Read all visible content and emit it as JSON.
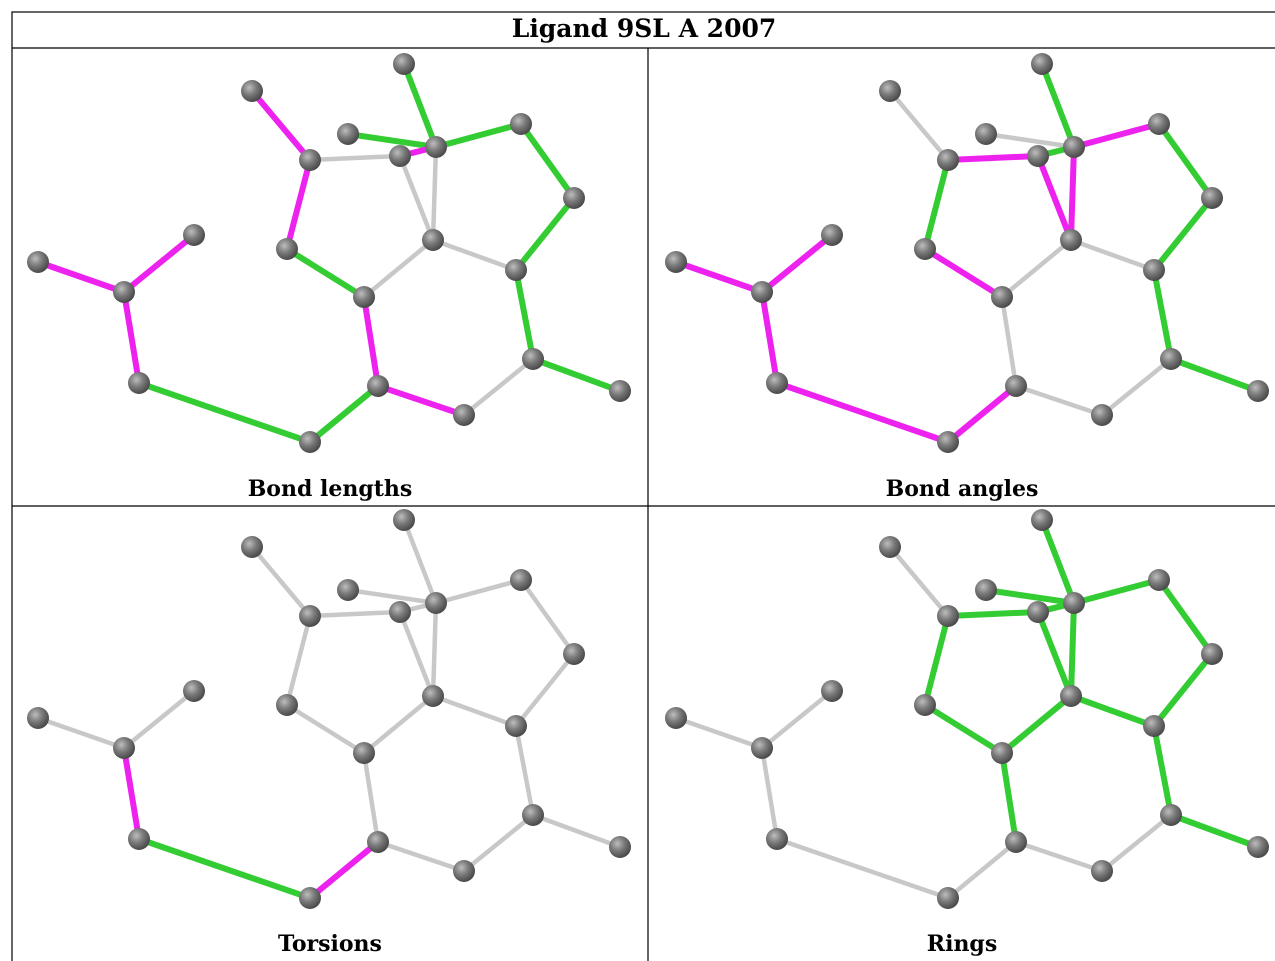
{
  "title": "Ligand 9SL A 2007",
  "colors": {
    "highlight_green": "#33cc33",
    "highlight_magenta": "#ee22ee",
    "default_bond": "#c8c8c8",
    "atom": "#6e6e6e"
  },
  "molecule_views": [
    {
      "caption": "Bond lengths",
      "bond_colors": [
        "magenta",
        "magenta",
        "magenta",
        "green",
        "green",
        "magenta",
        "magenta",
        "green",
        "magenta",
        "gray",
        "magenta",
        "green",
        "green",
        "green",
        "magenta",
        "gray",
        "gray",
        "gray",
        "gray",
        "green",
        "green",
        "green",
        "gray",
        "green",
        "gray"
      ]
    },
    {
      "caption": "Bond angles",
      "bond_colors": [
        "magenta",
        "magenta",
        "magenta",
        "magenta",
        "magenta",
        "gray",
        "gray",
        "magenta",
        "green",
        "magenta",
        "gray",
        "gray",
        "green",
        "magenta",
        "gray",
        "magenta",
        "magenta",
        "gray",
        "gray",
        "green",
        "green",
        "green",
        "gray",
        "green",
        "green"
      ]
    },
    {
      "caption": "Torsions",
      "bond_colors": [
        "gray",
        "gray",
        "magenta",
        "green",
        "magenta",
        "gray",
        "gray",
        "gray",
        "gray",
        "gray",
        "gray",
        "gray",
        "gray",
        "gray",
        "gray",
        "gray",
        "gray",
        "gray",
        "gray",
        "gray",
        "gray",
        "gray",
        "gray",
        "gray",
        "gray"
      ]
    },
    {
      "caption": "Rings",
      "bond_colors": [
        "gray",
        "gray",
        "gray",
        "gray",
        "gray",
        "gray",
        "green",
        "green",
        "green",
        "green",
        "gray",
        "green",
        "green",
        "green",
        "green",
        "green",
        "green",
        "green",
        "green",
        "green",
        "green",
        "green",
        "gray",
        "green",
        "green"
      ]
    }
  ]
}
